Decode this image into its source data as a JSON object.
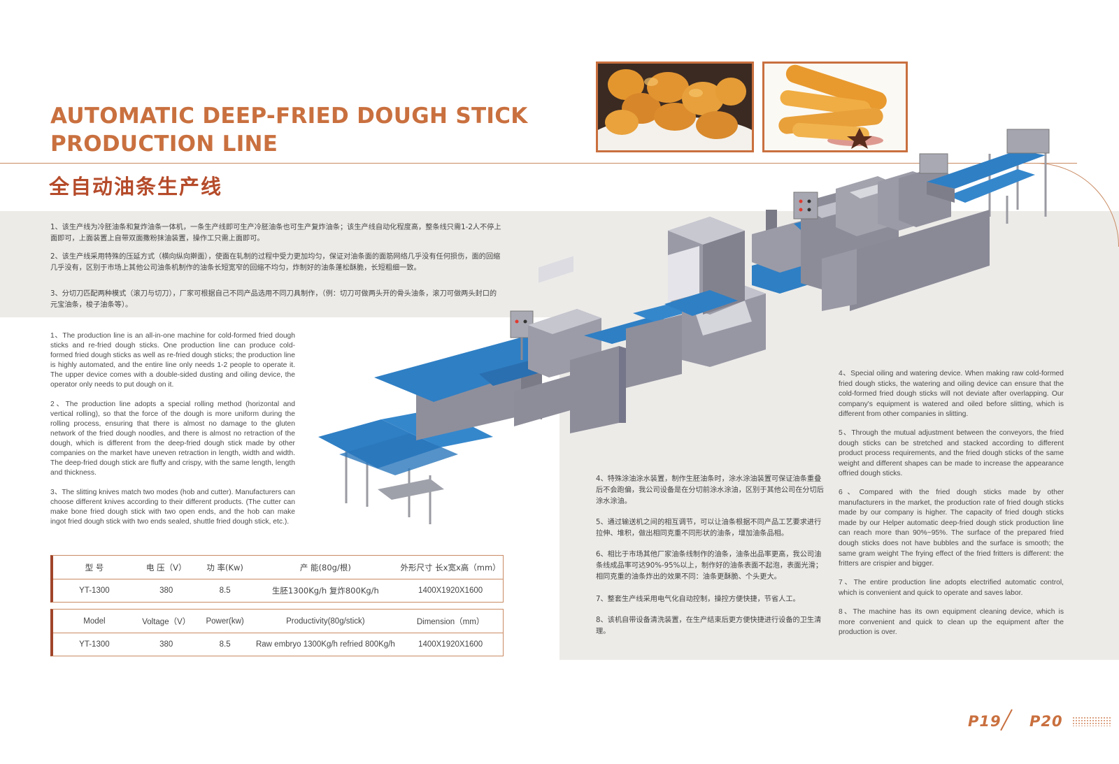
{
  "title_en_line1": "AUTOMATIC DEEP-FRIED DOUGH STICK",
  "title_en_line2": "PRODUCTION LINE",
  "title_cn": "全自动油条生产线",
  "intro_cn": [
    "1、该生产线为冷胚油条和复炸油条一体机，一条生产线即可生产冷胚油条也可生产复炸油条；该生产线自动化程度高，整条线只需1-2人不停上面即可，上面装置上自带双面撒粉抹油装置，操作工只需上面即可。",
    "2、该生产线采用特殊的压延方式（横向纵向擀面），使面在轧制的过程中受力更加均匀，保证对油条面的面筋网络几乎没有任何损伤，面的回缩几乎没有，区别于市场上其他公司油条机制作的油条长短宽窄的回缩不均匀，炸制好的油条蓬松酥脆，长短粗细一致。",
    "3、分切刀匹配两种模式（滚刀与切刀），厂家可根据自己不同产品选用不同刀具制作，（例：切刀可做两头开的骨头油条，滚刀可做两头封口的元宝油条，梭子油条等）。"
  ],
  "en_left": [
    "1、The production line is an all-in-one machine for cold-formed fried dough sticks and re-fried dough sticks. One production line can produce cold-formed fried dough sticks as well as re-fried dough sticks; the production line is highly automated, and the entire line only needs 1-2 people to operate it. The upper device comes with a double-sided dusting and oiling device, the operator only needs to put dough on it.",
    "2、The production line adopts a special rolling method (horizontal and vertical rolling), so that the force of the dough is more uniform during the rolling process, ensuring that there is almost no damage to the gluten network of the fried dough noodles, and there is almost no retraction of the dough, which is different from the  deep-fried dough stick made by other companies on the market have uneven retraction in length, width and width. The  deep-fried dough stick are fluffy and crispy, with the same length, length and thickness.",
    "3、The slitting knives match two modes (hob and cutter). Manufacturers can choose different knives according to their different products. (The cutter can make bone fried dough stick with two open ends, and the hob can make ingot fried dough stick with two ends sealed, shuttle fried dough stick, etc.)."
  ],
  "cn_right": [
    "4、特殊涂油涂水装置，制作生胚油条时，涂水涂油装置可保证油条重叠后不会跑偏，我公司设备是在分切前涂水涂油，区别于其他公司在分切后涂水涂油。",
    "5、通过输送机之间的相互调节，可以让油条根据不同产品工艺要求进行拉伸、堆积，做出相同克重不同形状的油条，增加油条品相。",
    "6、相比于市场其他厂家油条线制作的油条，油条出品率更高，我公司油条线成品率可达90%-95%以上，制作好的油条表面不起泡，表面光滑；相同克重的油条炸出的效果不同：油条更酥脆、个头更大。",
    "7、整套生产线采用电气化自动控制，操控方便快捷，节省人工。",
    "8、该机自带设备清洗装置，在生产结束后更方便快捷进行设备的卫生清理。"
  ],
  "en_right": [
    "4、Special oiling and watering device. When making raw cold-formed fried dough sticks, the watering and oiling device can ensure that the cold-formed fried dough sticks will not deviate after overlapping. Our company's equipment is watered and oiled before slitting, which is different from other companies in slitting.",
    "5、Through the mutual adjustment between the conveyors, the fried dough sticks can be stretched and stacked according to different product process requirements, and the fried dough sticks of the same weight and different shapes can be made to increase the appearance offried dough sticks.",
    "6、Compared with the fried dough sticks made by other manufacturers in the market, the production rate of fried dough sticks made by our company is higher. The capacity of fried dough sticks made by our Helper automatic deep-fried dough stick production line can reach more than 90%~95%. The surface of the prepared fried dough sticks does not have bubbles and the surface is smooth; the same gram weight The frying effect of the fried fritters is different: the fritters are crispier and bigger.",
    "7、The entire production line adopts electrified automatic control, which is convenient and quick to operate and saves labor.",
    "8、The machine has its own equipment cleaning device, which is more convenient and quick to clean up the equipment after the production is over."
  ],
  "spec_cn": {
    "headers": [
      "型 号",
      "电 压（V）",
      "功 率(Kw)",
      "产 能(80g/根)",
      "外形尺寸 长x宽x高（mm）"
    ],
    "row": [
      "YT-1300",
      "380",
      "8.5",
      "生胚1300Kg/h    复炸800Kg/h",
      "1400X1920X1600"
    ]
  },
  "spec_en": {
    "headers": [
      "Model",
      "Voltage（V）",
      "Power(kw)",
      "Productivity(80g/stick)",
      "Dimension（mm）"
    ],
    "row": [
      "YT-1300",
      "380",
      "8.5",
      "Raw embryo 1300Kg/h refried 800Kg/h",
      "1400X1920X1600"
    ]
  },
  "page_left": "P19",
  "page_right": "P20",
  "colors": {
    "accent": "#c9703f",
    "accent_dark": "#b54b2a",
    "band": "#edebe8",
    "belt": "#2f7fc4"
  }
}
